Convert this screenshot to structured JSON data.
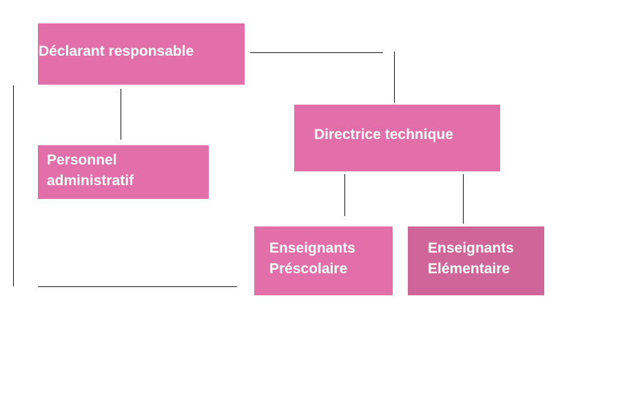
{
  "colors": {
    "box_fill": "#e26faa",
    "box_fill_highlight": "#cf6599",
    "box_text": "#ffffff",
    "connector": "#111111"
  },
  "nodes": {
    "declarant": {
      "line1": "Déclarant responsable"
    },
    "personnel": {
      "line1": "Personnel",
      "line2": "administratif"
    },
    "directrice": {
      "line1": "Directrice technique"
    },
    "prescolaire": {
      "line1": "Enseignants",
      "line2": "Préscolaire"
    },
    "elementaire": {
      "line1": "Enseignants",
      "line2": "Elémentaire"
    }
  }
}
